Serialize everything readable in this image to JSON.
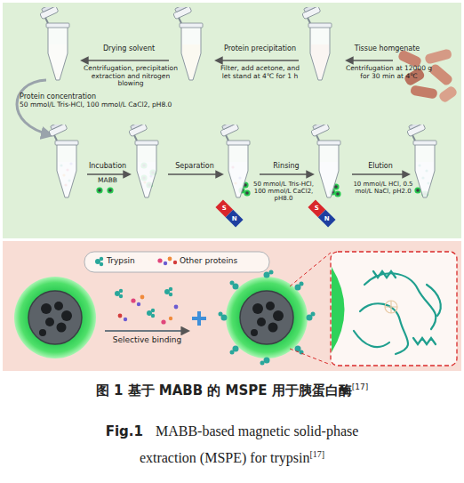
{
  "diagram": {
    "caption": "图 1 基于 MABB 的 MSPE 用于胰蛋白酶",
    "labels": [
      "Drying solvent",
      "Protein precipitation",
      "Tissue homgenate",
      "Centrifugation, precipitation extraction and nitrogen blowing",
      "Filter, add acetone, and let stand at 4℃ for 1 h",
      "Centrifugation at 12000 g for 30 min at 4℃",
      "Protein concentration",
      "50 mmol/L Tris-HCl, 100 mmol/L CaCl2, pH8.0",
      "Incubation",
      "MABB",
      "Separation",
      "S",
      "N",
      "50 mmol/L Tris-HCl, 100 mmol/L CaCl2, pH8.0",
      "Rinsing",
      "S",
      "N",
      "Elution",
      "10 mmol/L HCl, 0.5 mol/L NaCl, pH2.0",
      "Selective binding",
      "[17]",
      "Fig.1",
      "MABB-based magnetic solid-phase extraction (MSPE) for trypsin",
      "[17]"
    ],
    "legend": [
      {
        "text": "Trypsin"
      },
      {
        "text": "Other proteins"
      }
    ]
  }
}
